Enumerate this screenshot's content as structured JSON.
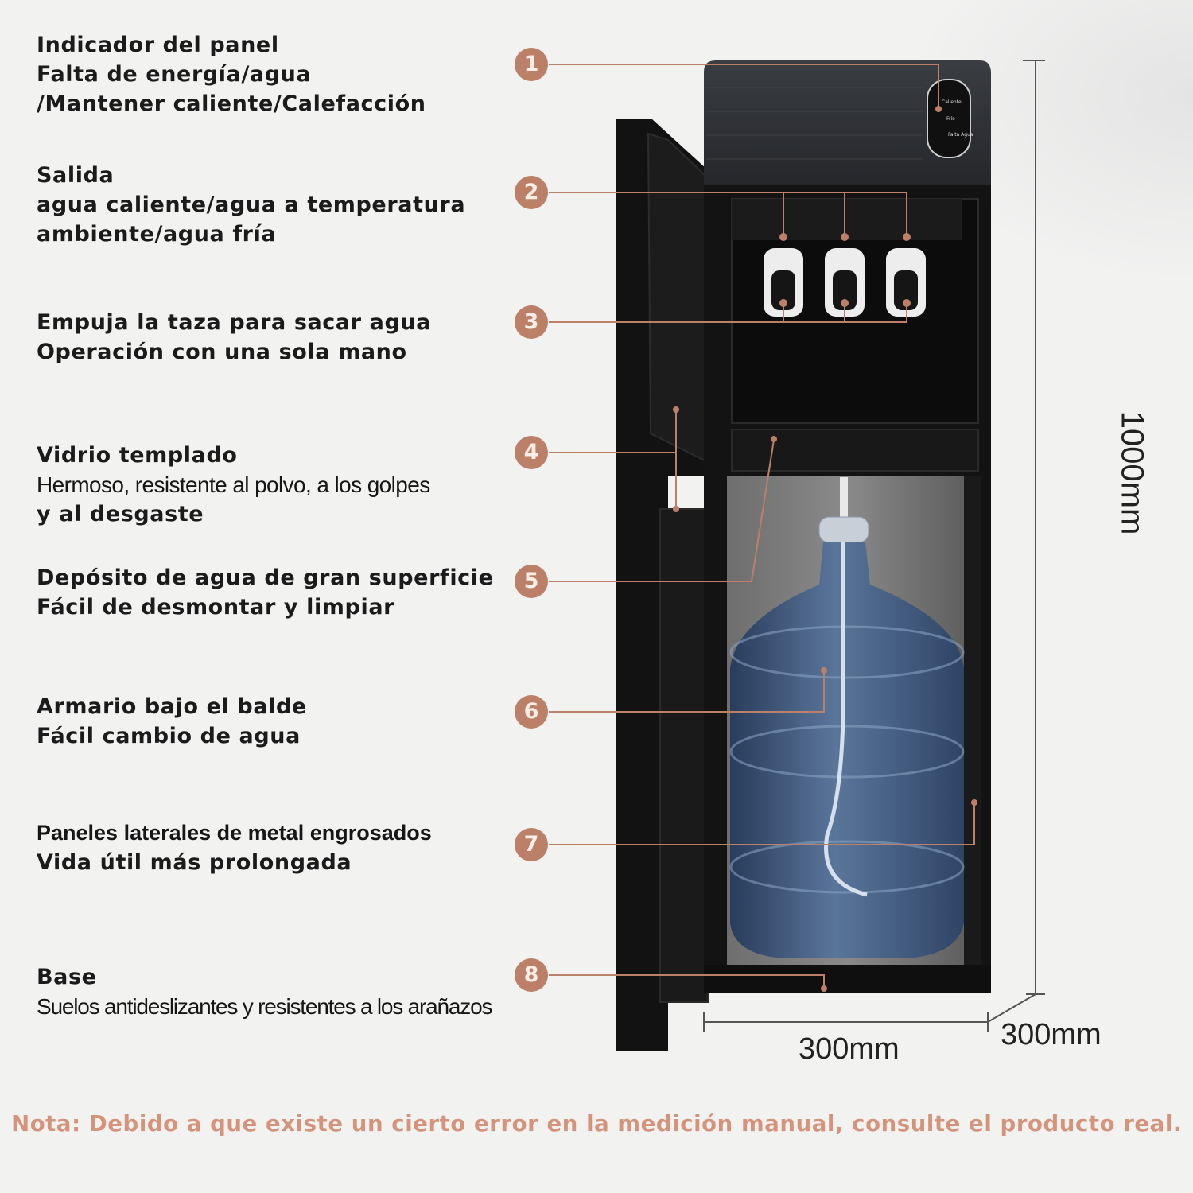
{
  "features": [
    {
      "number": "1",
      "lines": [
        "Indicador del panel",
        "Falta de energía/agua",
        "/Mantener caliente/Calefacción"
      ]
    },
    {
      "number": "2",
      "lines": [
        "Salida",
        "agua caliente/agua a temperatura",
        "ambiente/agua fría"
      ]
    },
    {
      "number": "3",
      "lines": [
        "Empuja la taza para sacar agua",
        "Operación con una sola mano"
      ]
    },
    {
      "number": "4",
      "lines": [
        "Vidrio templado",
        "Hermoso, resistente al polvo, a los golpes",
        "y al desgaste"
      ]
    },
    {
      "number": "5",
      "lines": [
        "Depósito de agua de gran superficie",
        "Fácil de desmontar y limpiar"
      ]
    },
    {
      "number": "6",
      "lines": [
        "Armario bajo el balde",
        "Fácil cambio de agua"
      ]
    },
    {
      "number": "7",
      "lines": [
        "Paneles laterales de metal engrosados",
        "Vida útil más prolongada"
      ]
    },
    {
      "number": "8",
      "lines": [
        "Base",
        "Suelos antideslizantes y resistentes a los arañazos"
      ]
    }
  ],
  "dimensions": {
    "height": "1000mm",
    "width": "300mm",
    "depth": "300mm"
  },
  "panel_labels": [
    "Caliente",
    "Frío",
    "Falta Agua"
  ],
  "note": "Nota: Debido a que existe un cierto error en la medición manual, consulte el producto real.",
  "colors": {
    "accent": "#bc7f67",
    "note": "#d4937a",
    "appliance": "#141414",
    "bottle": "#3c5a82"
  }
}
